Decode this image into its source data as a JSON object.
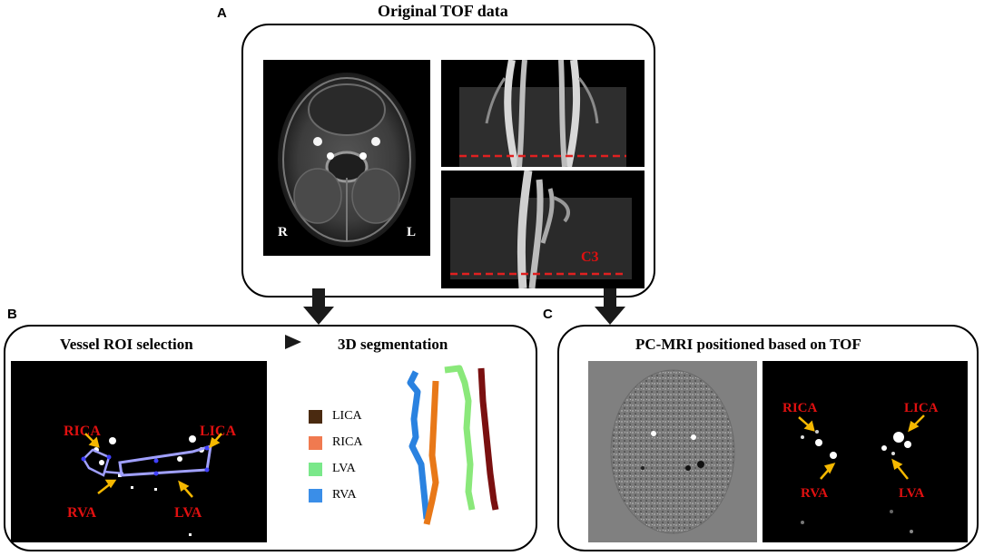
{
  "panels": {
    "a": {
      "letter": "A",
      "title": "Original TOF data",
      "axial_labels": {
        "right": "R",
        "left": "L"
      },
      "level_label": "C3"
    },
    "b": {
      "letter": "B",
      "title_left": "Vessel ROI selection",
      "title_right": "3D segmentation",
      "roi_labels": {
        "rica": "RICA",
        "lica": "LICA",
        "rva": "RVA",
        "lva": "LVA"
      },
      "legend": [
        {
          "label": "LICA",
          "color": "#4a2a10"
        },
        {
          "label": "RICA",
          "color": "#f07a50"
        },
        {
          "label": "LVA",
          "color": "#7ae88a"
        },
        {
          "label": "RVA",
          "color": "#3a8ee8"
        }
      ],
      "segment_colors": {
        "lica": "#7a1010",
        "rica": "#e87818",
        "lva": "#8ae87a",
        "rva": "#2a82e0"
      }
    },
    "c": {
      "letter": "C",
      "title": "PC-MRI positioned based on TOF",
      "labels": {
        "rica": "RICA",
        "lica": "LICA",
        "rva": "RVA",
        "lva": "LVA"
      }
    }
  },
  "colors": {
    "label_red": "#e01010",
    "arrow_yellow": "#f5b800",
    "dashed_red": "#e02020",
    "roi_outline": "#a0a0ff"
  }
}
